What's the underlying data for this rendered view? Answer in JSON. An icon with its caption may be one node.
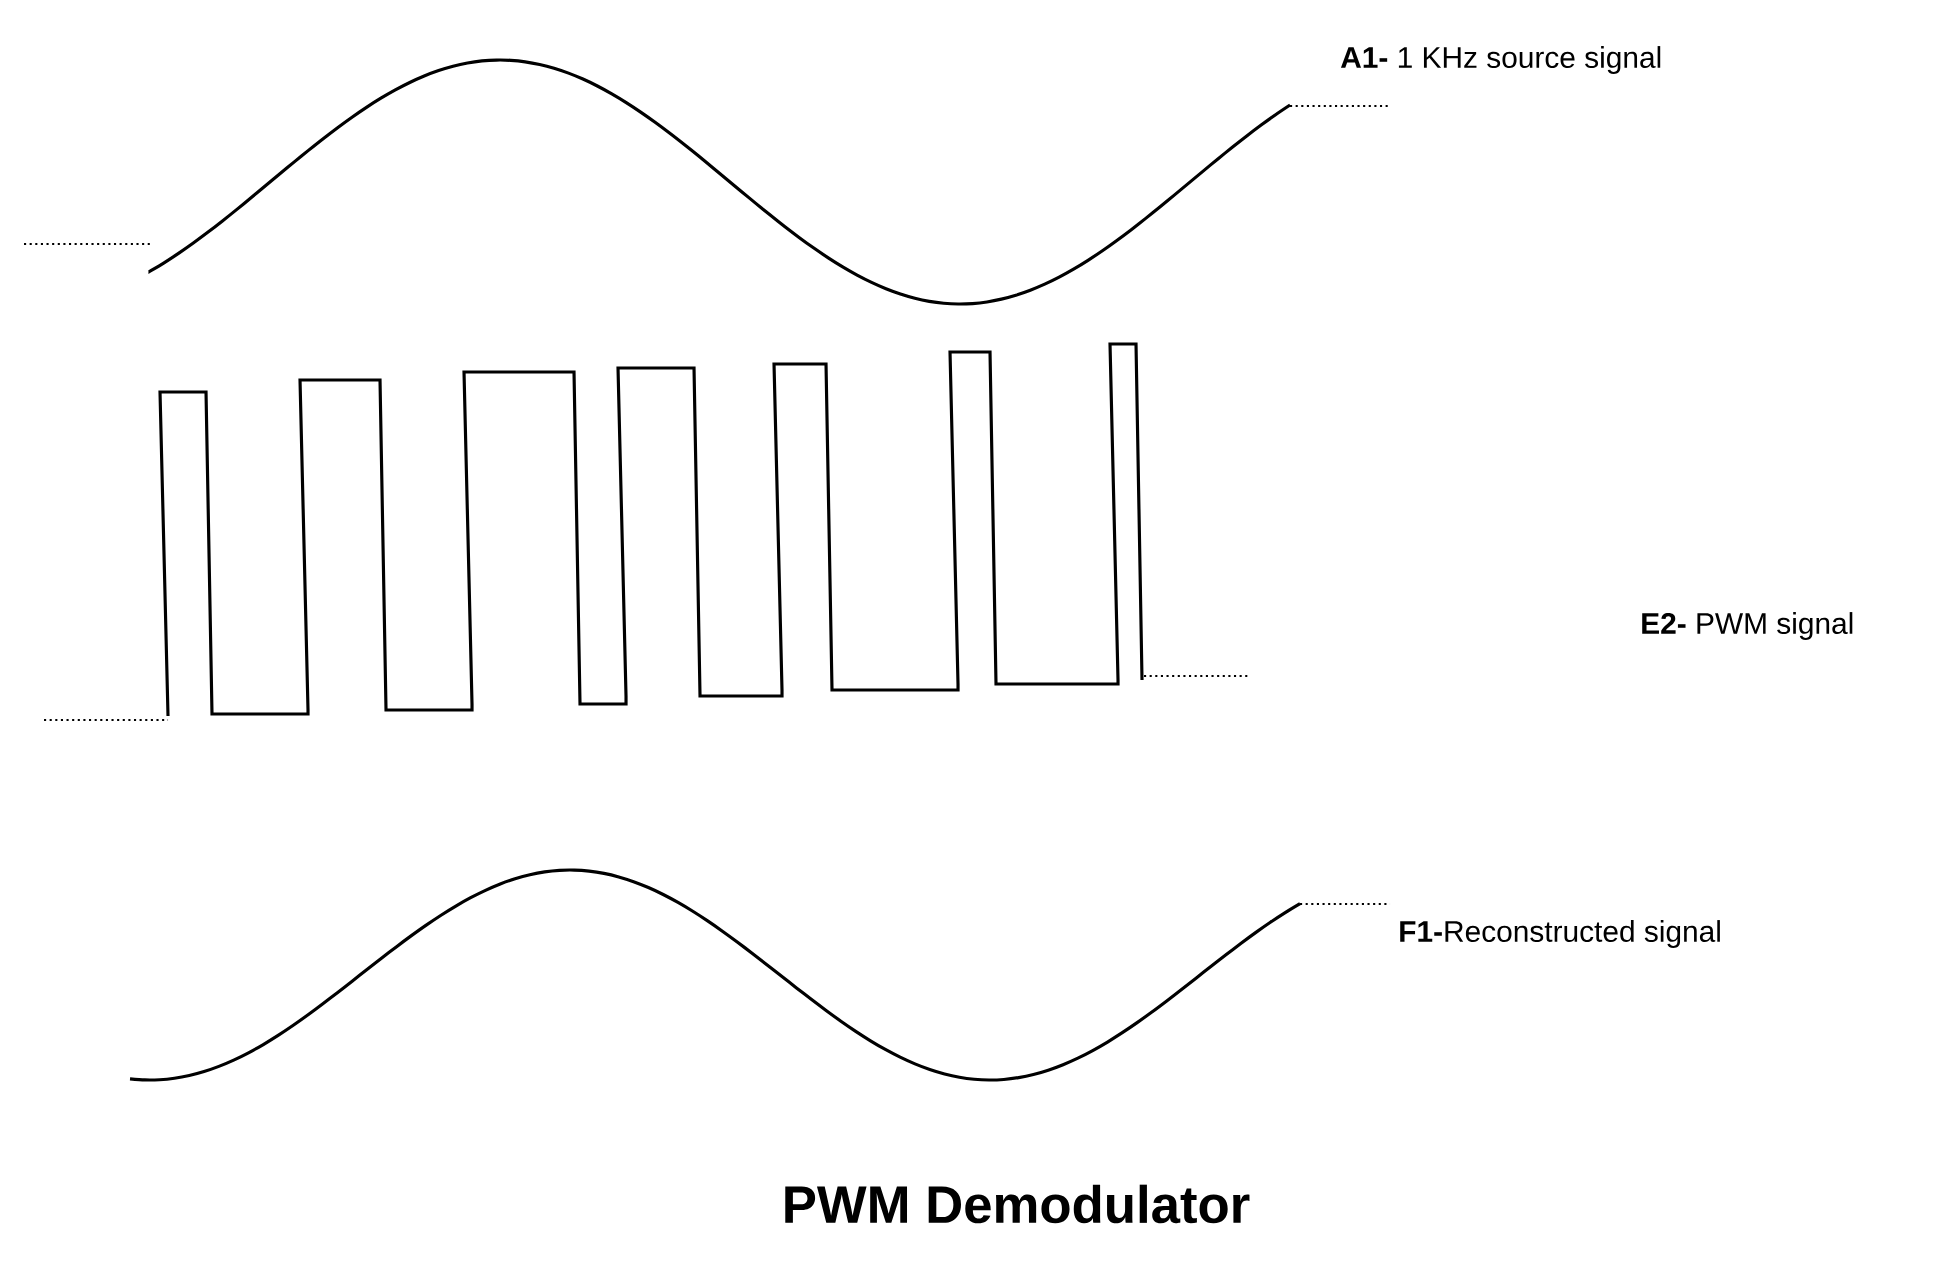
{
  "diagram": {
    "title": "PWM Demodulator",
    "labels": [
      "**A1-** 1 KHz source signal",
      "**E2-**  PWM signal",
      "**F1-**Reconstructed signal"
    ]
  }
}
